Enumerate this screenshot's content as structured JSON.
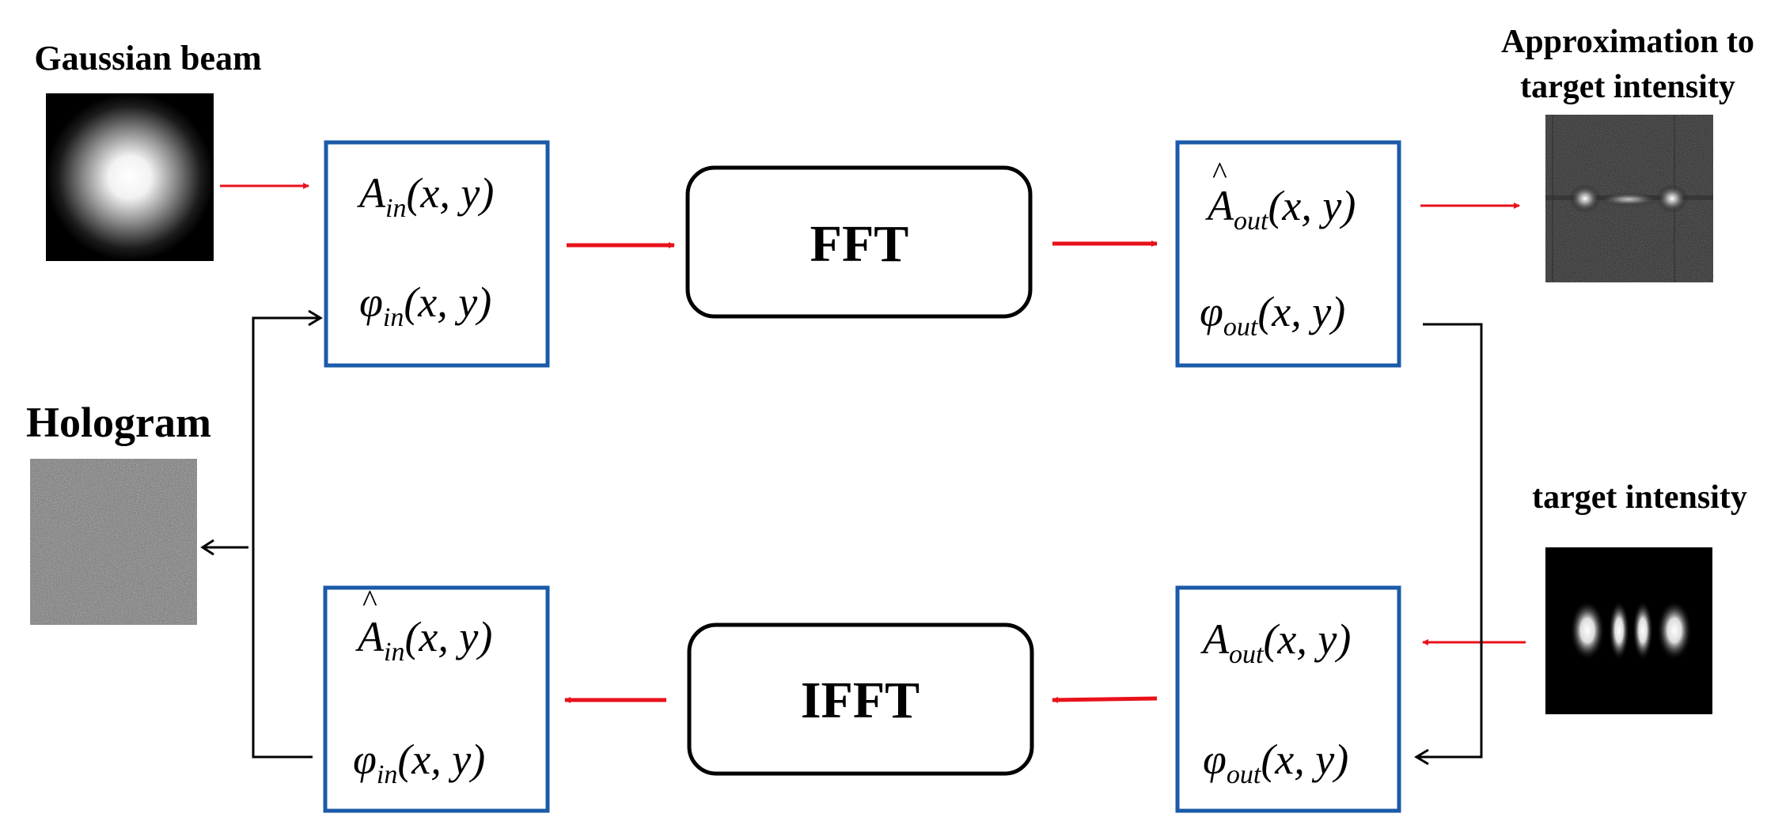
{
  "labels": {
    "gaussian": "Gaussian beam",
    "hologram": "Hologram",
    "approx_line1": "Approximation to",
    "approx_line2": "target intensity",
    "target": "target intensity",
    "fft": "FFT",
    "ifft": "IFFT"
  },
  "math": {
    "A": "A",
    "phi": "φ",
    "in": "in",
    "out": "out",
    "args": "(x, y)",
    "hat": "^"
  },
  "colors": {
    "forward_arrow": "#e8121b",
    "feedback_arrow": "#000000",
    "box_border": "#1b5aa8",
    "process_border": "#000000"
  }
}
